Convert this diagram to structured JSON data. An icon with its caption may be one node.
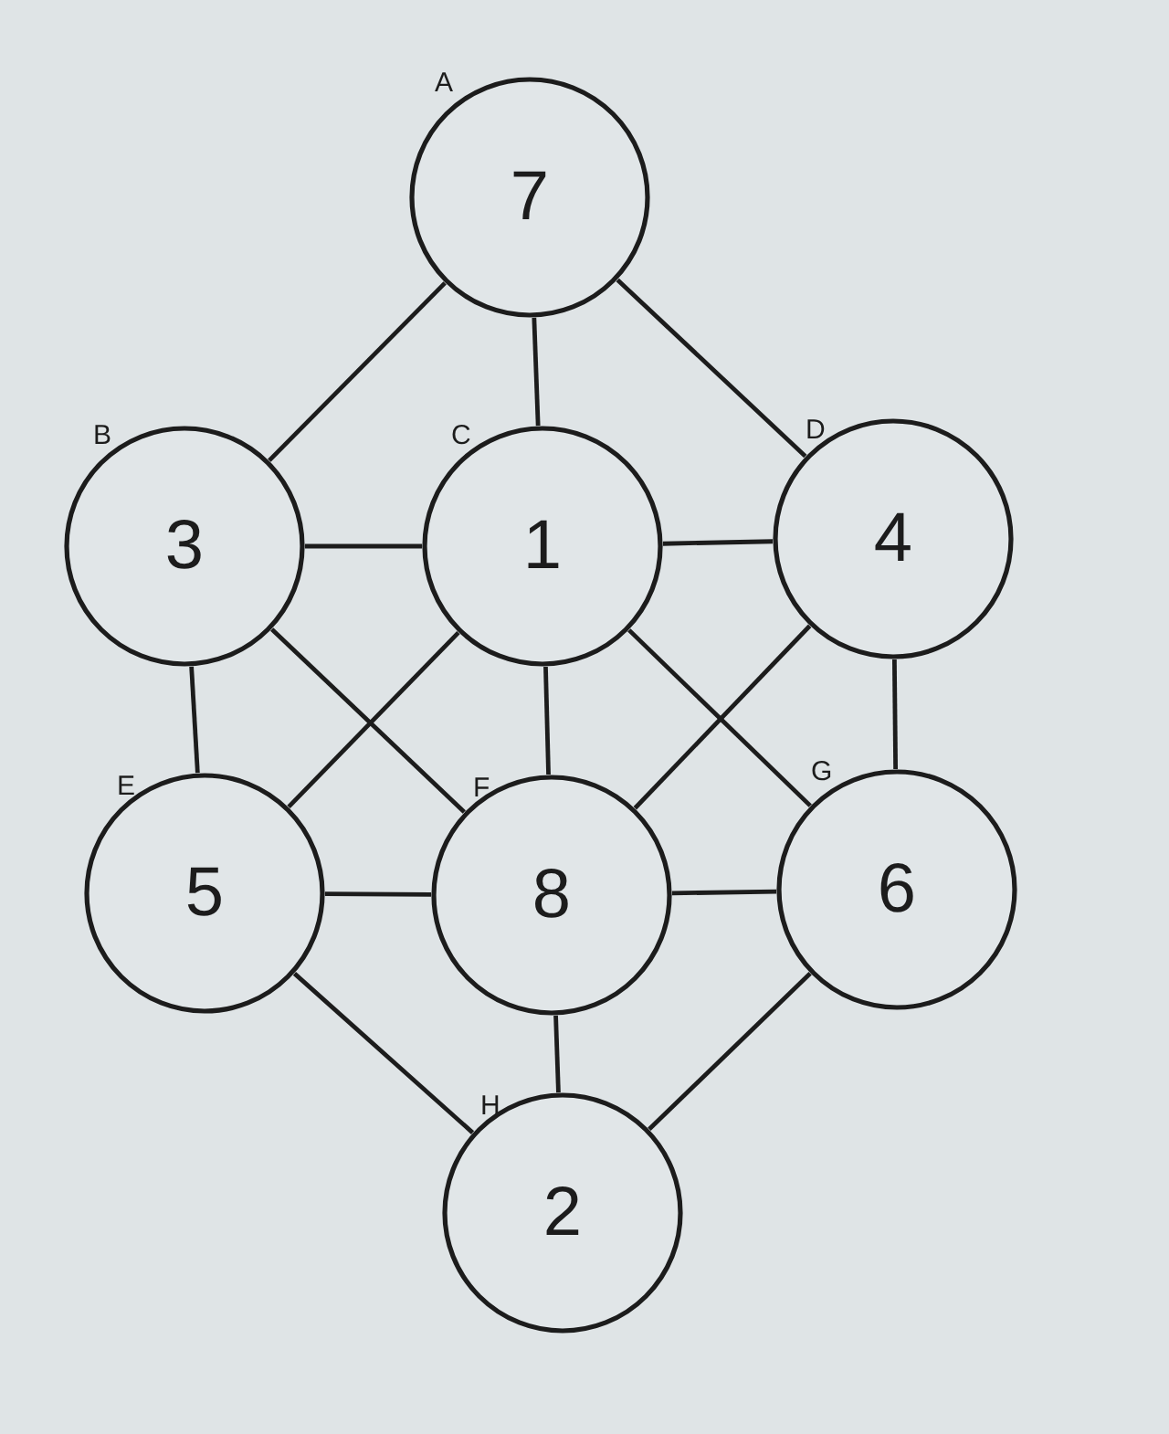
{
  "diagram": {
    "nodes": [
      {
        "text": [
          "7"
        ],
        "beside": [
          "A"
        ]
      },
      {
        "text": [
          "3"
        ],
        "beside": [
          "B"
        ]
      },
      {
        "text": [
          "1"
        ],
        "beside": [
          "C"
        ]
      },
      {
        "text": [
          "4"
        ],
        "beside": [
          "D"
        ]
      },
      {
        "text": [
          "5"
        ],
        "beside": [
          "E"
        ]
      },
      {
        "text": [
          "8"
        ],
        "beside": [
          "F"
        ]
      },
      {
        "text": [
          "6"
        ],
        "beside": [
          "G"
        ]
      },
      {
        "text": [
          "2"
        ],
        "beside": [
          "H"
        ]
      }
    ],
    "edges": [
      {
        "from": 0,
        "to": 1,
        "arrow": "none"
      },
      {
        "from": 0,
        "to": 2,
        "arrow": "none"
      },
      {
        "from": 0,
        "to": 3,
        "arrow": "none"
      },
      {
        "from": 1,
        "to": 2,
        "arrow": "none"
      },
      {
        "from": 2,
        "to": 3,
        "arrow": "none"
      },
      {
        "from": 1,
        "to": 4,
        "arrow": "none"
      },
      {
        "from": 1,
        "to": 5,
        "arrow": "none"
      },
      {
        "from": 2,
        "to": 4,
        "arrow": "none"
      },
      {
        "from": 2,
        "to": 5,
        "arrow": "none"
      },
      {
        "from": 2,
        "to": 6,
        "arrow": "none"
      },
      {
        "from": 3,
        "to": 5,
        "arrow": "none"
      },
      {
        "from": 3,
        "to": 6,
        "arrow": "none"
      },
      {
        "from": 4,
        "to": 5,
        "arrow": "none"
      },
      {
        "from": 5,
        "to": 6,
        "arrow": "none"
      },
      {
        "from": 4,
        "to": 7,
        "arrow": "none"
      },
      {
        "from": 5,
        "to": 7,
        "arrow": "none"
      },
      {
        "from": 6,
        "to": 7,
        "arrow": "none"
      }
    ]
  }
}
